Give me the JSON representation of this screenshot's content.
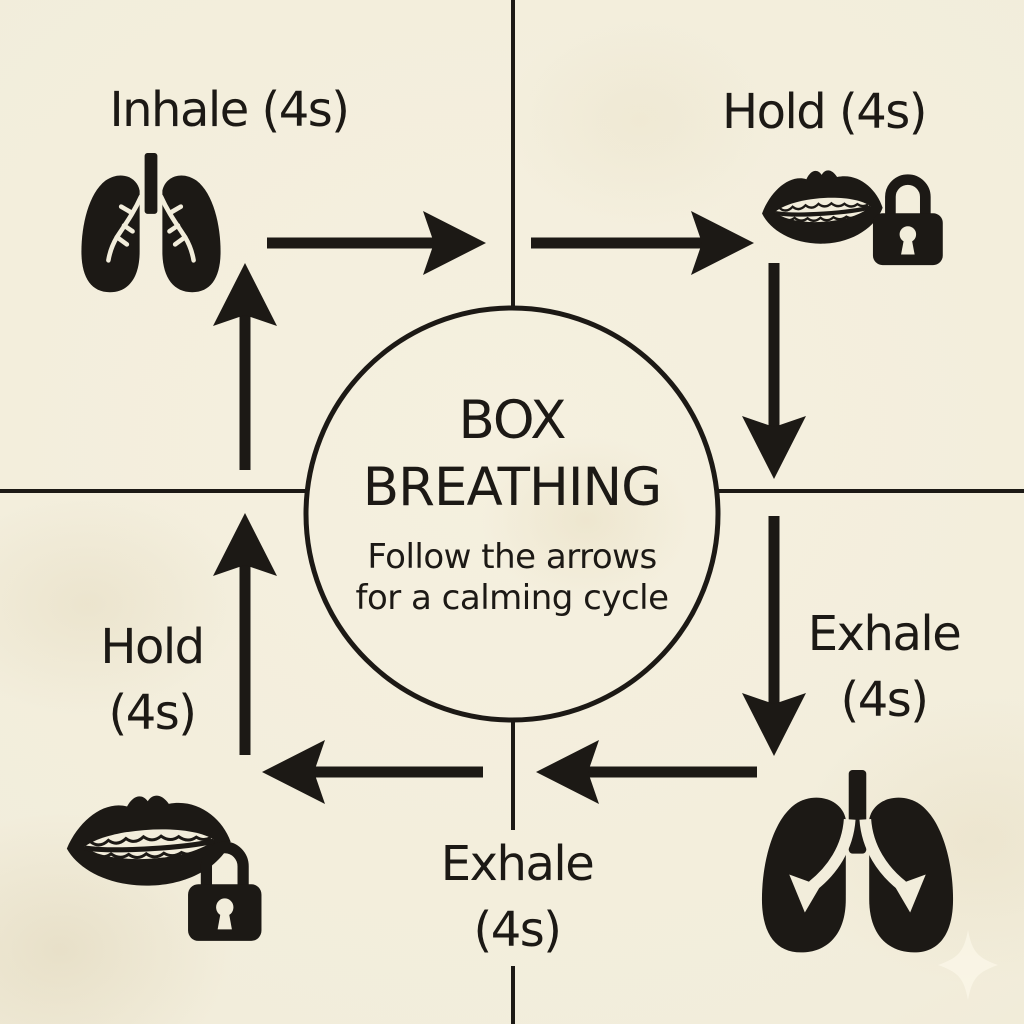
{
  "colors": {
    "paper": "#f2eddb",
    "ink": "#1c1915"
  },
  "center": {
    "title_line1": "BOX",
    "title_line2": "BREATHING",
    "subtitle_line1": "Follow the arrows",
    "subtitle_line2": "for a calming cycle"
  },
  "steps": {
    "inhale_top": {
      "label": "Inhale (4s)",
      "icon": "lungs-icon"
    },
    "hold_top": {
      "label": "Hold (4s)",
      "icon": "lips-lock-icon"
    },
    "exhale_right": {
      "label_line1": "Exhale",
      "label_line2": "(4s)",
      "icon": "lungs-exhale-icon"
    },
    "exhale_bottom": {
      "label_line1": "Exhale",
      "label_line2": "(4s)"
    },
    "hold_left": {
      "label_line1": "Hold",
      "label_line2": "(4s)",
      "icon": "lips-lock-icon"
    }
  }
}
